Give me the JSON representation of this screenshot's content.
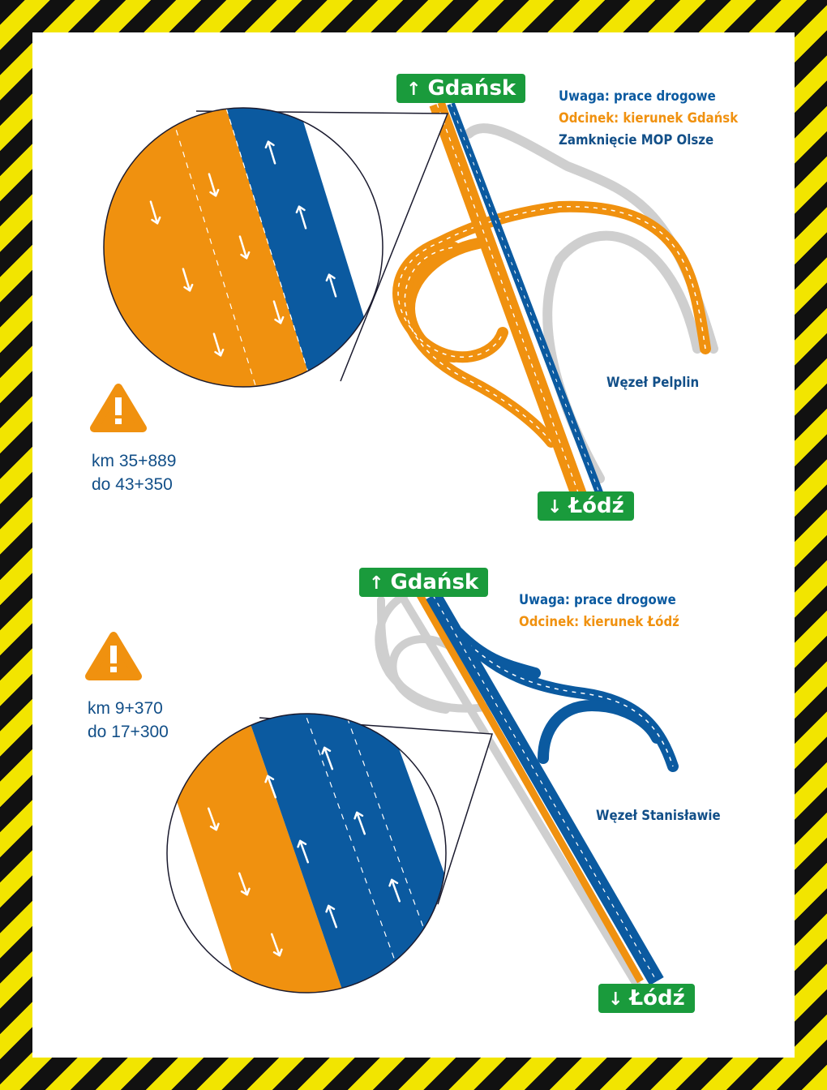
{
  "colors": {
    "orange": "#f0910f",
    "blue": "#0b5aa0",
    "navy": "#124f88",
    "grey_road": "#cfcfcf",
    "sign_green": "#1a9b3c",
    "hazard_yellow": "#f2e500",
    "hazard_black": "#111111"
  },
  "top_section": {
    "sign_north": {
      "arrow": "↑",
      "label": "Gdańsk"
    },
    "sign_south": {
      "arrow": "↓",
      "label": "Łódź"
    },
    "notice": {
      "line1": "Uwaga: prace drogowe",
      "line2": "Odcinek: kierunek Gdańsk",
      "line3": "Zamknięcie MOP Olsze"
    },
    "junction": "Węzeł Pelplin",
    "warning_icon": "warning-triangle-icon",
    "km_range": {
      "from": "km 35+889",
      "to": "do 43+350"
    }
  },
  "bottom_section": {
    "sign_north": {
      "arrow": "↑",
      "label": "Gdańsk"
    },
    "sign_south": {
      "arrow": "↓",
      "label": "Łódź"
    },
    "notice": {
      "line1": "Uwaga: prace drogowe",
      "line2": "Odcinek: kierunek Łódź"
    },
    "junction": "Węzeł Stanisławie",
    "warning_icon": "warning-triangle-icon",
    "km_range": {
      "from": "km 9+370",
      "to": "do 17+300"
    }
  }
}
